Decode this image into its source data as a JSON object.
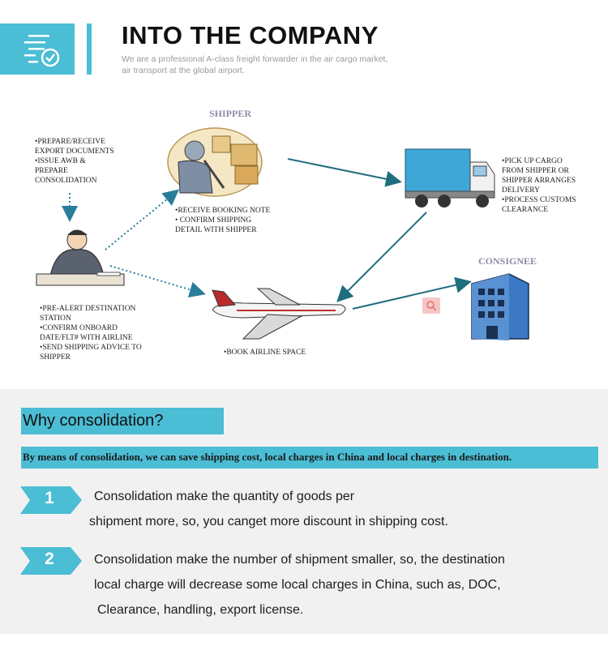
{
  "header": {
    "icon": "checklist-icon",
    "title": "INTO THE COMPANY",
    "subtitle": "We are a professional A-class freight forwarder in the air cargo market, air transport at the global airport."
  },
  "diagram": {
    "shipper_label": "SHIPPER",
    "consignee_label": "CONSIGNEE",
    "shipper_illustration": "shipper-worker-with-boxes",
    "truck_illustration": "delivery-truck",
    "agent_illustration": "agent-at-desk-on-phone",
    "plane_illustration": "airplane",
    "building_illustration": "office-building",
    "forwarder_notes": "•PREPARE/RECEIVE\nEXPORT DOCUMENTS\n•ISSUE AWB &\nPREPARE\nCONSOLIDATION",
    "shipper_notes": "•RECEIVE BOOKING NOTE\n• CONFIRM SHIPPING\nDETAIL WITH SHIPPER",
    "truck_notes": "•PICK UP CARGO\nFROM SHIPPER OR\nSHIPPER ARRANGES\nDELIVERY\n•PROCESS CUSTOMS\nCLEARANCE",
    "agent_notes": "•PRE-ALERT DESTINATION\nSTATION\n•CONFIRM ONBOARD\nDATE/FLT#  WITH AIRLINE\n•SEND SHIPPING ADVICE TO\nSHIPPER",
    "airline_notes": "•BOOK AIRLINE SPACE"
  },
  "consolidation": {
    "heading": "Why consolidation?",
    "summary": "By means of consolidation, we can save shipping cost, local charges in China and local charges in destination.",
    "items": [
      {
        "number": "1",
        "lines": [
          "Consolidation make the quantity of goods per",
          "shipment more, so, you canget more discount in shipping cost."
        ]
      },
      {
        "number": "2",
        "lines": [
          "Consolidation make the number of shipment smaller, so, the destination",
          "local charge will decrease some local charges in China, such as, DOC,",
          "Clearance, handling, export license."
        ]
      }
    ]
  },
  "colors": {
    "accent": "#4bbdd4",
    "arrow": "#1f6e7e",
    "dotted_arrow": "#2a7d9a",
    "section_bg": "#f1f1f1"
  }
}
